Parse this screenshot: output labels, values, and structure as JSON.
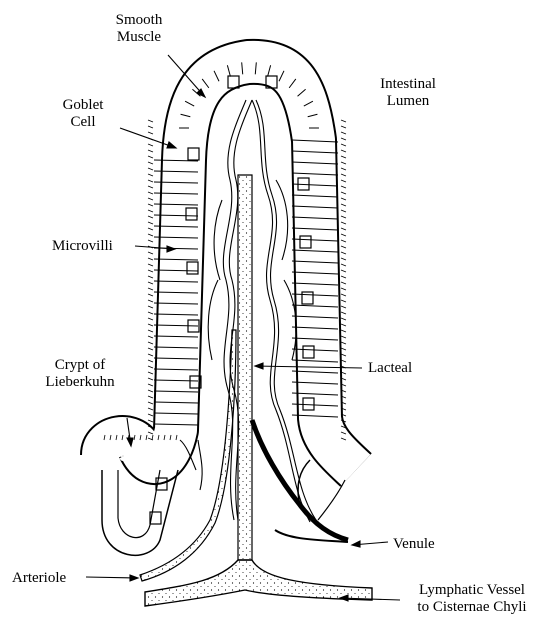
{
  "labels": {
    "smooth_muscle": [
      "Smooth",
      "Muscle"
    ],
    "goblet_cell": [
      "Goblet",
      "Cell"
    ],
    "microvilli": "Microvilli",
    "crypt": [
      "Crypt of",
      "Lieberkuhn"
    ],
    "arteriole": "Arteriole",
    "intestinal_lumen": [
      "Intestinal",
      "Lumen"
    ],
    "lacteal": "Lacteal",
    "venule": "Venule",
    "lymphatic_vessel": [
      "Lymphatic Vessel",
      "to Cisternae Chyli"
    ]
  },
  "colors": {
    "ink": "#000000",
    "paper": "#ffffff",
    "fill": "#f4f4f4"
  }
}
